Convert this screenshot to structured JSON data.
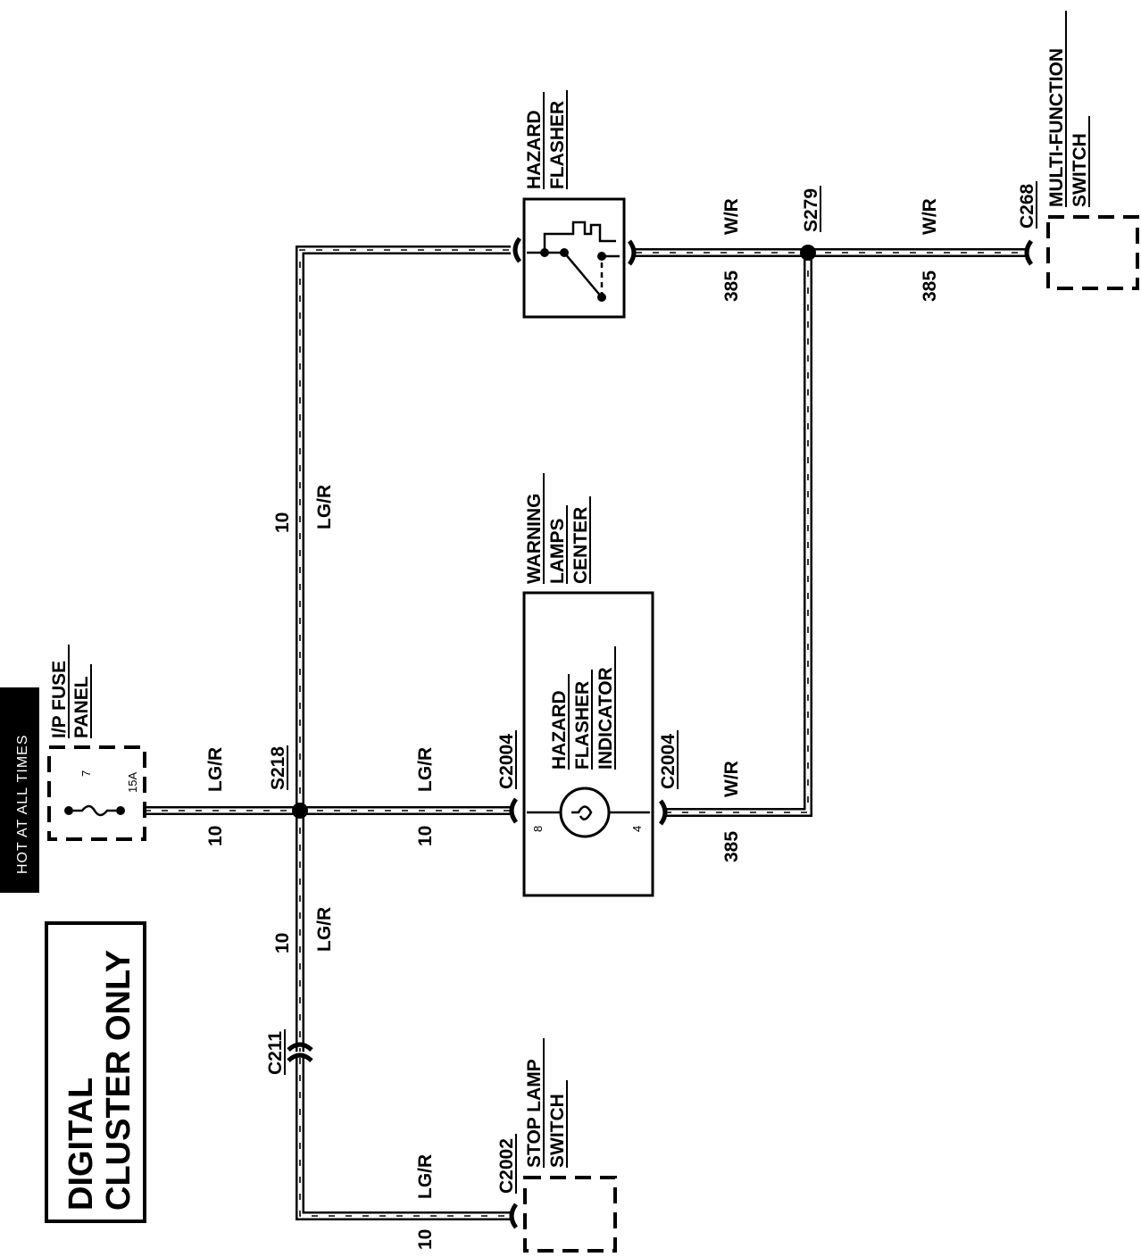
{
  "banner": {
    "text": "HOT AT ALL TIMES"
  },
  "note": {
    "line1": "DIGITAL",
    "line2": "CLUSTER ONLY"
  },
  "components": {
    "fuse_panel": {
      "name_line1": "I/P FUSE",
      "name_line2": "PANEL",
      "fuse_number": "7",
      "fuse_rating": "15A"
    },
    "hazard_flasher": {
      "name_line1": "HAZARD",
      "name_line2": "FLASHER"
    },
    "warning_lamps_center": {
      "name_line1": "WARNING",
      "name_line2": "LAMPS",
      "name_line3": "CENTER"
    },
    "hazard_indicator": {
      "name_line1": "HAZARD",
      "name_line2": "FLASHER",
      "name_line3": "INDICATOR",
      "pin_left": "8",
      "pin_right": "4"
    },
    "multi_function_switch": {
      "name_line1": "MULTI-FUNCTION",
      "name_line2": "SWITCH"
    },
    "stop_lamp_switch": {
      "name_line1": "STOP LAMP",
      "name_line2": "SWITCH"
    }
  },
  "connectors": {
    "c2004_left": "C2004",
    "c2004_right": "C2004",
    "c268": "C268",
    "c211": "C211",
    "c2002": "C2002"
  },
  "splices": {
    "s218": "S218",
    "s279": "S279"
  },
  "wires": {
    "fuse_to_s218": {
      "color": "LG/R",
      "circuit": "10"
    },
    "s218_to_indicator": {
      "color": "LG/R",
      "circuit": "10"
    },
    "s218_up_to_flasher": {
      "color": "LG/R",
      "circuit": "10"
    },
    "s218_down_to_c211": {
      "color": "LG/R",
      "circuit": "10"
    },
    "c211_to_stop_lamp": {
      "color": "LG/R",
      "circuit": "10"
    },
    "flasher_to_s279": {
      "color": "W/R",
      "circuit": "385"
    },
    "s279_to_multifunction": {
      "color": "W/R",
      "circuit": "385"
    },
    "indicator_to_s279": {
      "color": "W/R",
      "circuit": "385"
    }
  }
}
